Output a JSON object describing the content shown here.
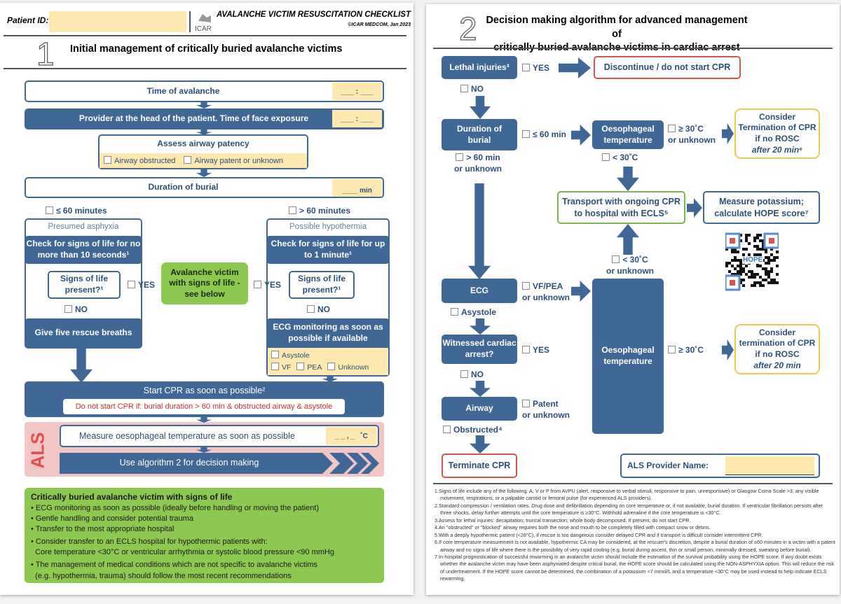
{
  "colors": {
    "blue": "#3f6896",
    "yellow": "#fde9b0",
    "green": "#8dc851",
    "red": "#d9534f",
    "als_bg": "#f3c6c6"
  },
  "left": {
    "patient_id_label": "Patient ID:",
    "logo_text": "ICAR",
    "checklist_title": "AVALANCHE VICTIM RESUSCITATION CHECKLIST",
    "copyright": "©ICAR MEDCOM, Jan 2023",
    "section_number": "1",
    "section_title": "Initial management of critically buried avalanche victims",
    "time_of_avalanche": "Time of avalanche",
    "time_blank": "___ : ___",
    "provider": "Provider at the head of the patient.  Time of face exposure",
    "airway_title": "Assess airway patency",
    "airway_obstructed": "Airway obstructed",
    "airway_patent": "Airway patent or unknown",
    "duration": "Duration of burial",
    "duration_blank": "____ min",
    "le60": "≤ 60 minutes",
    "gt60": "> 60 minutes",
    "presumed": "Presumed asphyxia",
    "check10": "Check for signs of life for no more than 10 seconds¹",
    "signs": "Signs of life present?¹",
    "yes": "YES",
    "no": "NO",
    "rescue": "Give five rescue breaths",
    "victim_signs": "Avalanche victim with signs of life - see below",
    "possible": "Possible hypothermia",
    "check1": "Check for signs of life for up to 1 minute¹",
    "ecg_monitor": "ECG monitoring as soon as possible if available",
    "asystole": "Asystole",
    "vf": "VF",
    "pea": "PEA",
    "unknown": "Unknown",
    "start_cpr": "Start CPR as soon as possible²",
    "do_not_start": "Do not start CPR if: burial duration > 60 min & obstructed airway & asystole",
    "als": "ALS",
    "measure_temp": "Measure oesophageal temperature as soon as possible",
    "temp_blank": "_ _ , _   ˚C",
    "use_algo": "Use algorithm 2 for decision making",
    "signs_title": "Critically buried avalanche victim with signs of life",
    "signs_items": [
      "• ECG monitoring as soon as possible (ideally before handling or moving the patient)",
      "• Gentle handling and consider potential trauma",
      "• Transfer to the most appropriate hospital",
      "• Consider transfer to an ECLS hospital for hypothermic patients with:",
      "  Core temperature <30°C or ventricular arrhythmia or systolic blood pressure <90 mmHg",
      "• The management of medical conditions which are not specific to avalanche victims",
      "  (e.g. hypothermia, trauma) should follow the most recent recommendations"
    ]
  },
  "right": {
    "section_number": "2",
    "title1": "Decision making algorithm for advanced management of",
    "title2": "critically buried avalanche victims in cardiac arrest",
    "lethal": "Lethal injuries³",
    "yes": "YES",
    "no": "NO",
    "discontinue": "Discontinue / do not start CPR",
    "duration": "Duration of burial",
    "le60": "≤ 60 min",
    "gt60a": "> 60 min",
    "gt60b": "or unknown",
    "oeso": "Oesophageal temperature",
    "ge30a": "≥ 30˚C",
    "ge30b": "or unknown",
    "consider1": "Consider Termination of CPR if no ROSC",
    "after1": "after 20 min⁶",
    "lt30": "< 30˚C",
    "transport": "Transport with ongoing CPR to hospital with ECLS⁵",
    "potassium": "Measure potassium; calculate HOPE score⁷",
    "qr_label": "HOPE",
    "lt30b": "< 30˚C",
    "lt30c": "or unknown",
    "ecg": "ECG",
    "vfpea": "VF/PEA",
    "vfpea2": "or unknown",
    "asystole": "Asystole",
    "witnessed": "Witnessed cardiac arrest?",
    "oeso2": "Oesophageal temperature",
    "ge30": "≥ 30˚C",
    "consider2": "Consider termination of CPR if no ROSC",
    "after2": "after 20 min",
    "airway": "Airway",
    "patent": "Patent",
    "patent2": "or unknown",
    "obstructed": "Obstructed⁴",
    "terminate": "Terminate CPR",
    "provider_name": "ALS Provider Name:",
    "footnotes": [
      "1.Signs of life include any of the following: A, V or P from AVPU (alert, responsive to verbal stimuli, responsive to pain, unresponsive) or Glasgow Coma Scale >3, any visible movement, respirations, or a palpable carotid or femoral pulse (for experienced ALS providers).",
      "2.Standard compression / ventilation rates. Drug dose and defibrillation depending on core temperature or, if not available, burial duration. If ventricular fibrillation persists after three shocks, delay further attempts until the core temperature is ≥30°C. Withhold adrenaline if the core temperature is <30°C.",
      "3.Assess for lethal injuries: decapitation; truncal transection; whole body decomposed. If present, do not start CPR.",
      "4.An \"obstructed\" or \"blocked\" airway requires both the nose and mouth to be completely filled with compact snow or debris.",
      "5.With a deeply hypothermic patient (<28°C), if rescue is too dangerous consider delayed CPR and if transport is difficult consider intermittent CPR.",
      "6.If core temperature measurement is not available, hypothermic CA may be considered, at the rescuer's discretion, despite a burial duration of ≤60 minutes in a victim with a patent airway and no signs of life where there is the possibility of very rapid cooling (e.g. burial during ascent, thin or small person, minimally dressed, sweating before burial).",
      "7.In-hospital prognostication of successful rewarming in an avalanche victim should include the estimation of the survival probability using the HOPE score. If any doubt exists whether the avalanche victim may have been asphyxiated despite critical burial, the HOPE score should be calculated using the NON-ASPHYXIA option. This will reduce the risk of undertreatment. If the HOPE score cannot be determined, the combination of a potassium <7 mmol/L and a temperature <30°C may be used instead to help indicate ECLS rewarming."
    ]
  }
}
